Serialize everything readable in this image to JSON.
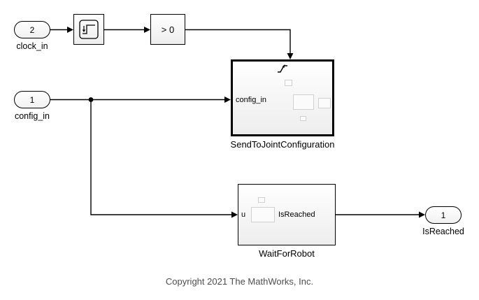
{
  "ports": {
    "clock_in": {
      "number": "2",
      "label": "clock_in"
    },
    "config_in": {
      "number": "1",
      "label": "config_in"
    },
    "is_reached": {
      "number": "1",
      "label": "IsReached"
    }
  },
  "blocks": {
    "compare": {
      "label": "> 0"
    },
    "send_to_joint_configuration": {
      "label": "SendToJointConfiguration",
      "input_label": "config_in"
    },
    "wait_for_robot": {
      "label": "WaitForRobot",
      "input_label": "u",
      "output_label": "IsReached"
    }
  },
  "annotation": {
    "copyright": "Copyright 2021 The MathWorks, Inc."
  },
  "colors": {
    "wire": "#000000",
    "block_border": "#000000",
    "faded_outline": "#d0d0d0",
    "copyright_text": "#4d4d4d"
  }
}
